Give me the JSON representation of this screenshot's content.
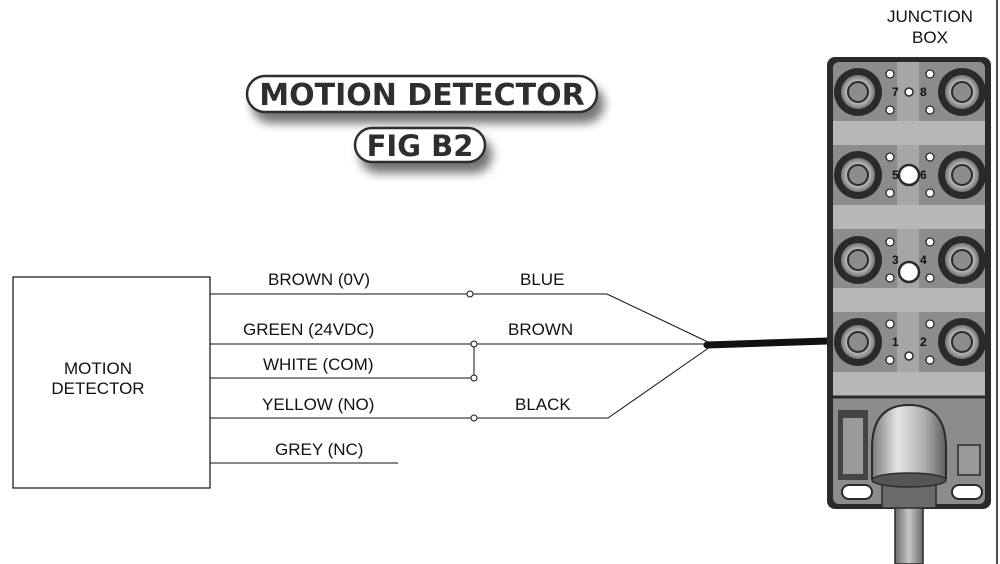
{
  "title": {
    "main": "MOTION DETECTOR",
    "fig": "FIG B2"
  },
  "detector": {
    "label_line1": "MOTION",
    "label_line2": "DETECTOR"
  },
  "junction_box": {
    "label_line1": "JUNCTION",
    "label_line2": "BOX",
    "port_numbers": [
      "7",
      "8",
      "5",
      "6",
      "3",
      "4",
      "1",
      "2"
    ]
  },
  "wires_left": [
    {
      "label": "BROWN (0V)"
    },
    {
      "label": "GREEN (24VDC)"
    },
    {
      "label": "WHITE (COM)"
    },
    {
      "label": "YELLOW (NO)"
    },
    {
      "label": "GREY (NC)"
    }
  ],
  "wires_right": [
    {
      "label": "BLUE"
    },
    {
      "label": "BROWN"
    },
    {
      "label": "BLACK"
    }
  ],
  "colors": {
    "ink": "#111111",
    "title_ink": "#2f2f2f",
    "box_body": "#8c8c8c",
    "box_dark": "#2a2a2a"
  }
}
